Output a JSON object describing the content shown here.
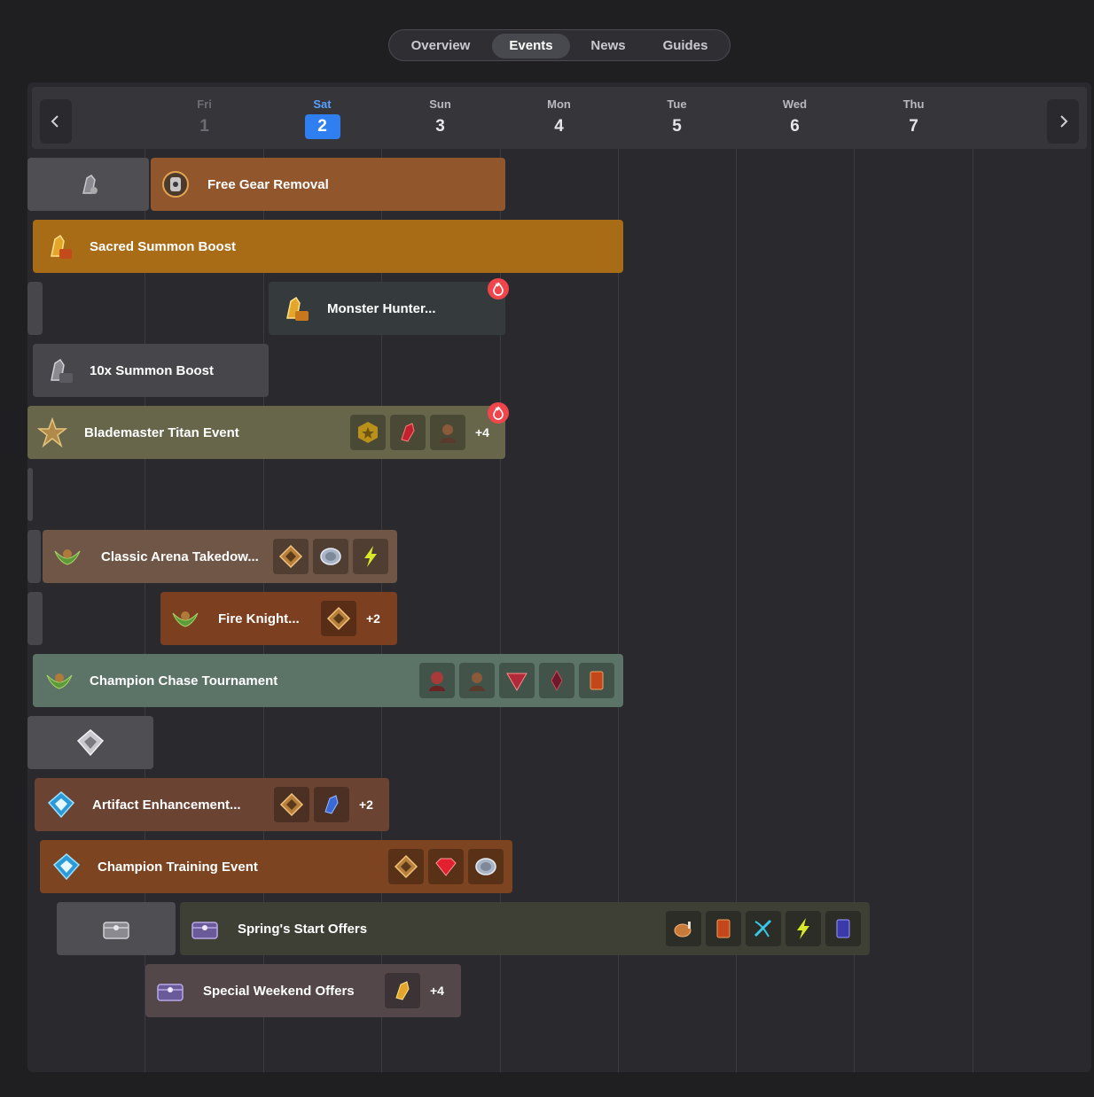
{
  "tabs": [
    {
      "label": "Overview"
    },
    {
      "label": "Events"
    },
    {
      "label": "News"
    },
    {
      "label": "Guides"
    }
  ],
  "days": [
    {
      "name": "Fri",
      "num": "1"
    },
    {
      "name": "Sat",
      "num": "2"
    },
    {
      "name": "Sun",
      "num": "3"
    },
    {
      "name": "Mon",
      "num": "4"
    },
    {
      "name": "Tue",
      "num": "5"
    },
    {
      "name": "Wed",
      "num": "6"
    },
    {
      "name": "Thu",
      "num": "7"
    }
  ],
  "icons": {
    "prev": "chevron-left-icon",
    "next": "chevron-right-icon",
    "hot": "flame-icon"
  },
  "colors": {
    "accent": "#2f7ff0",
    "gear_removal": "#92562d",
    "sacred_summon": "#a86b16",
    "monster_hunter": "#353b3c",
    "summon_boost": "#46464b",
    "titan": "#67664b",
    "classic_arena": "#6f5646",
    "fire_knight": "#7c3f1f",
    "champion_chase": "#5c7467",
    "artifact": "#6b4332",
    "champion_training": "#7c4420",
    "spring_offers": "#3e3f35",
    "weekend_offers": "#53474a",
    "hot_badge": "#f0464b"
  },
  "events": [
    {
      "title": "Free Gear Removal",
      "icon": "gear-removal-icon"
    },
    {
      "title": "Sacred Summon Boost",
      "icon": "sacred-summon-icon"
    },
    {
      "title": "Monster Hunter...",
      "icon": "monster-hunter-icon"
    },
    {
      "title": "10x Summon Boost",
      "icon": "summon-boost-icon"
    },
    {
      "title": "Blademaster Titan Event",
      "icon": "titan-icon",
      "more": "+4"
    },
    {
      "title": "Classic Arena Takedow...",
      "icon": "arena-wreath-icon"
    },
    {
      "title": "Fire Knight...",
      "icon": "arena-wreath-icon",
      "more": "+2"
    },
    {
      "title": "Champion Chase Tournament",
      "icon": "arena-wreath-icon"
    },
    {
      "title": "Artifact Enhancement...",
      "icon": "blue-gem-icon",
      "more": "+2"
    },
    {
      "title": "Champion Training Event",
      "icon": "blue-gem-icon"
    },
    {
      "title": "Spring's Start Offers",
      "icon": "offers-chest-icon"
    },
    {
      "title": "Special Weekend Offers",
      "icon": "offers-chest-icon",
      "more": "+4"
    }
  ]
}
